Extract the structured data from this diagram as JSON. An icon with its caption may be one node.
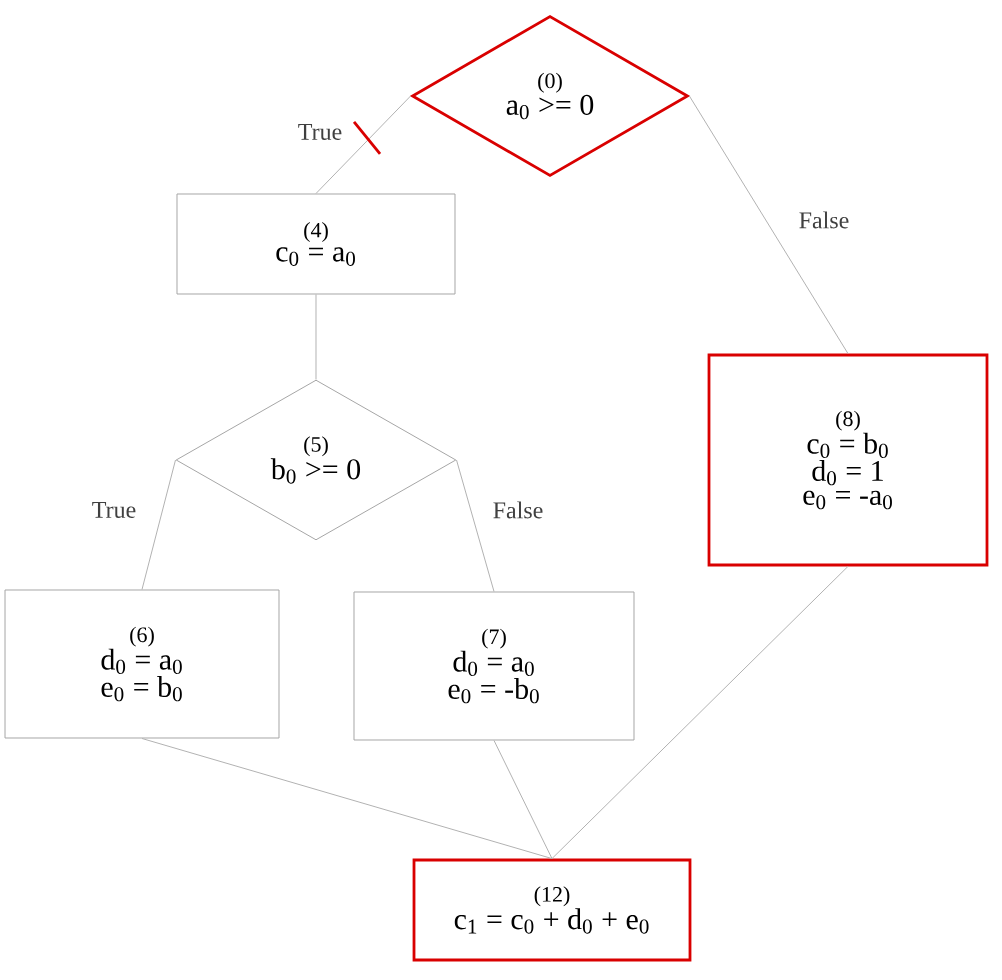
{
  "diagram": {
    "nodes": [
      {
        "text": [
          "(0)",
          "a$_{0}$ >= 0"
        ]
      },
      {
        "text": [
          "(4)",
          "c$_{0}$ = a$_{0}$"
        ]
      },
      {
        "text": [
          "(5)",
          "b$_{0}$ >= 0"
        ]
      },
      {
        "text": [
          "(6)",
          "d$_{0}$ = a$_{0}$",
          "e$_{0}$ = b$_{0}$"
        ]
      },
      {
        "text": [
          "(7)",
          "d$_{0}$ = a$_{0}$",
          "e$_{0}$ = -b$_{0}$"
        ]
      },
      {
        "text": [
          "(8)",
          "c$_{0}$ = b$_{0}$",
          "d$_{0}$ = 1",
          "e$_{0}$ = -a$_{0}$"
        ]
      },
      {
        "text": [
          "(12)",
          "c$_{1}$ = c$_{0}$ + d$_{0}$ + e$_{0}$"
        ]
      }
    ],
    "edges": [
      {
        "from": 0,
        "to": 1,
        "arrow": "none",
        "label": "True"
      },
      {
        "from": 0,
        "to": 5,
        "arrow": "none",
        "label": "False"
      },
      {
        "from": 1,
        "to": 2,
        "arrow": "none"
      },
      {
        "from": 2,
        "to": 3,
        "arrow": "none",
        "label": "True"
      },
      {
        "from": 2,
        "to": 4,
        "arrow": "none",
        "label": "False"
      },
      {
        "from": 3,
        "to": 6,
        "arrow": "none"
      },
      {
        "from": 4,
        "to": 6,
        "arrow": "none"
      },
      {
        "from": 5,
        "to": 6,
        "arrow": "none"
      }
    ]
  }
}
